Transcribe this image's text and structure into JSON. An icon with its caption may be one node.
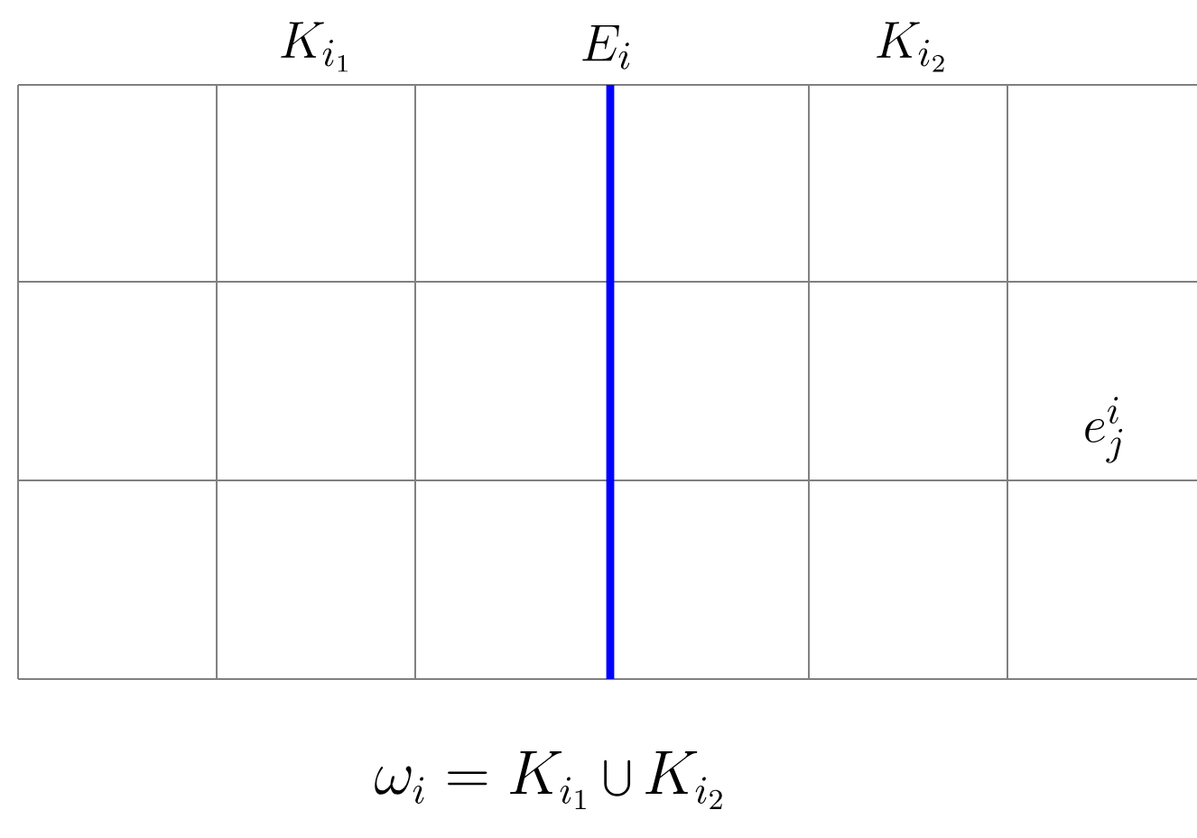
{
  "diagram": {
    "caption": "\\omega_i = K_{i_1} \\bigcup K_{i_2}",
    "labels": [
      "K_{i_1}",
      "E_i",
      "K_{i_2}",
      "e_j^i"
    ]
  }
}
